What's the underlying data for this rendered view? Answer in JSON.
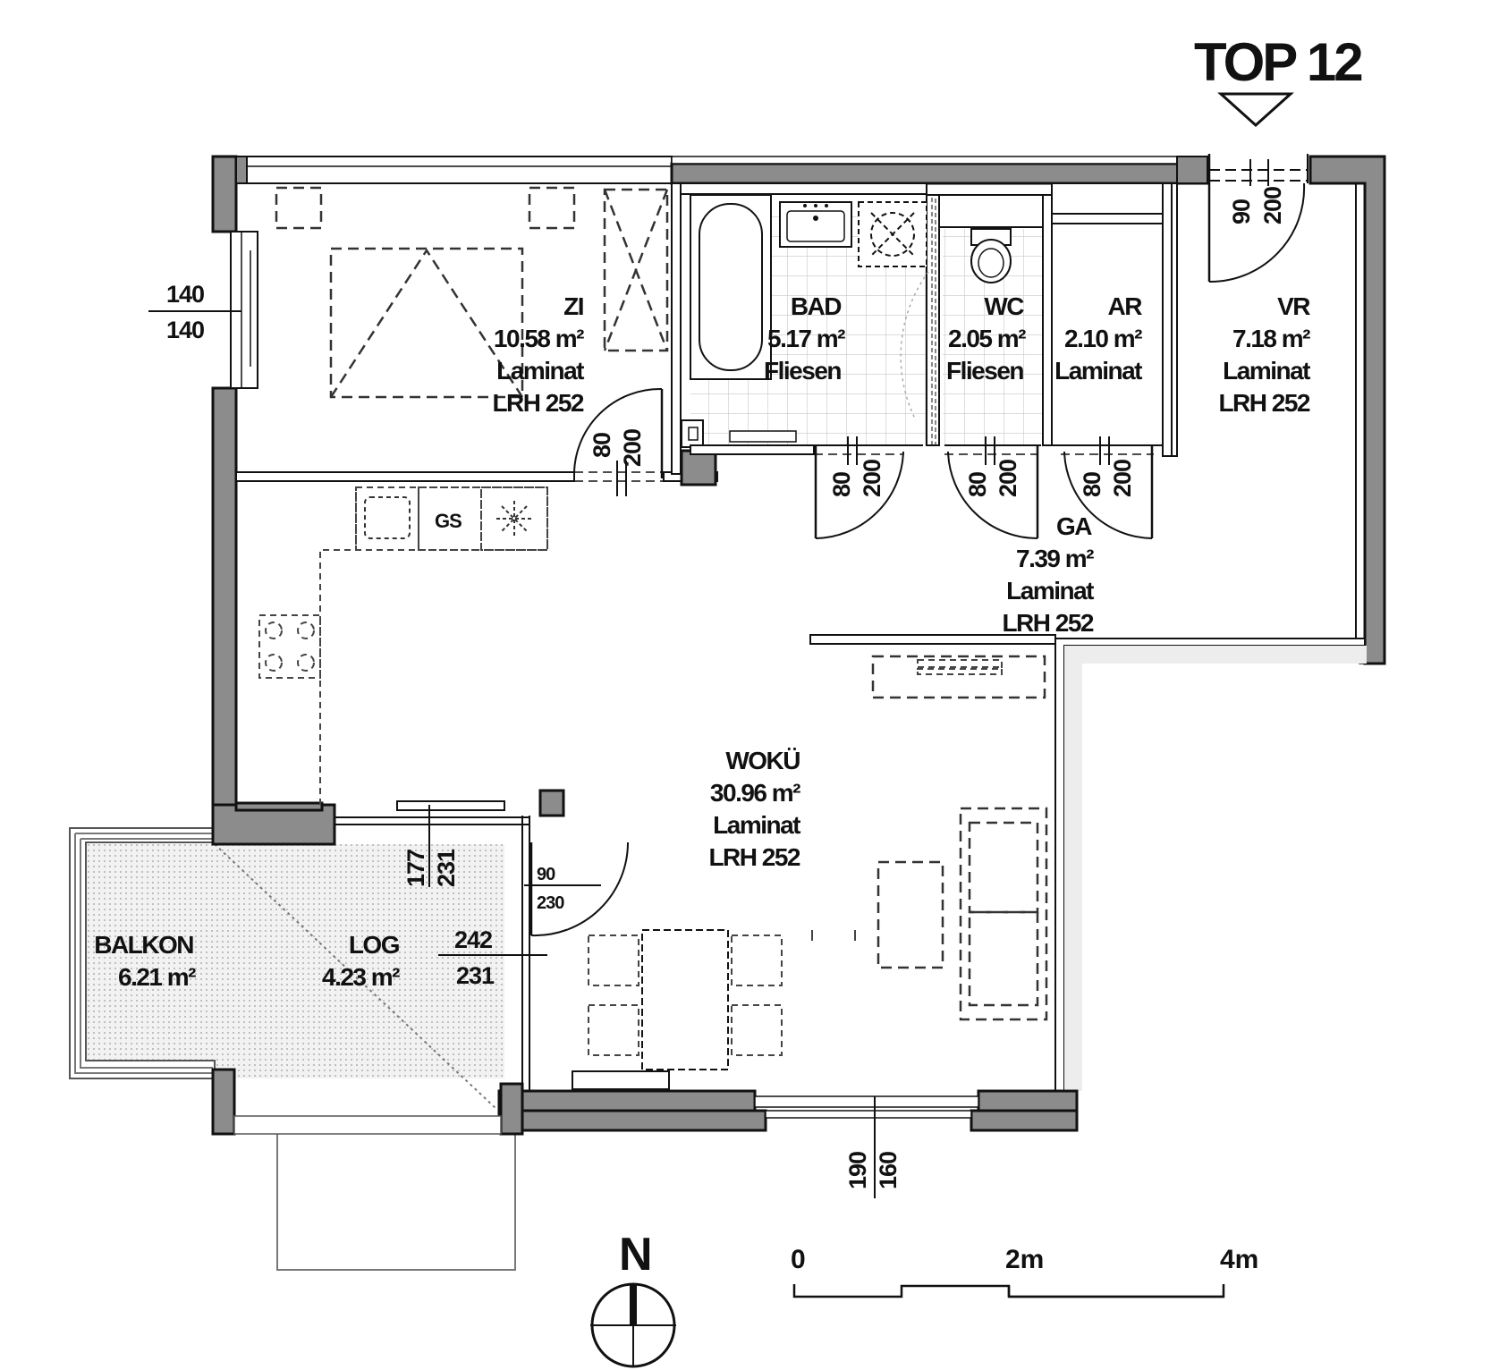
{
  "title": "TOP 12",
  "rooms": {
    "zi": {
      "name": "ZI",
      "area": "10.58  m²",
      "floor": "Laminat",
      "height": "LRH 252"
    },
    "bad": {
      "name": "BAD",
      "area": "5.17  m²",
      "floor": "Fliesen"
    },
    "wc": {
      "name": "WC",
      "area": "2.05  m²",
      "floor": "Fliesen"
    },
    "ar": {
      "name": "AR",
      "area": "2.10  m²",
      "floor": "Laminat"
    },
    "vr": {
      "name": "VR",
      "area": "7.18  m²",
      "floor": "Laminat",
      "height": "LRH 252"
    },
    "ga": {
      "name": "GA",
      "area": "7.39  m²",
      "floor": "Laminat",
      "height": "LRH 252"
    },
    "woku": {
      "name": "WOKÜ",
      "area": "30.96  m²",
      "floor": "Laminat",
      "height": "LRH 252"
    },
    "balkon": {
      "name": "BALKON",
      "area": "6.21  m²"
    },
    "log": {
      "name": "LOG",
      "area": "4.23  m²"
    }
  },
  "fixtures": {
    "gs": "GS"
  },
  "dimensions": {
    "window_zi": {
      "w": "140",
      "h": "140"
    },
    "door_entry": {
      "w": "90",
      "h": "200"
    },
    "door_zi": {
      "w": "80",
      "h": "200"
    },
    "door_bad": {
      "w": "80",
      "h": "200"
    },
    "door_wc": {
      "w": "80",
      "h": "200"
    },
    "door_ar": {
      "w": "80",
      "h": "200"
    },
    "window_kitchen": {
      "w": "177",
      "h": "231"
    },
    "door_log": {
      "w": "90",
      "h": "230"
    },
    "window_log": {
      "w": "242",
      "h": "231"
    },
    "window_woku": {
      "w": "190",
      "h": "160"
    }
  },
  "north": "N",
  "scale": {
    "zero": "0",
    "mid": "2m",
    "end": "4m"
  }
}
